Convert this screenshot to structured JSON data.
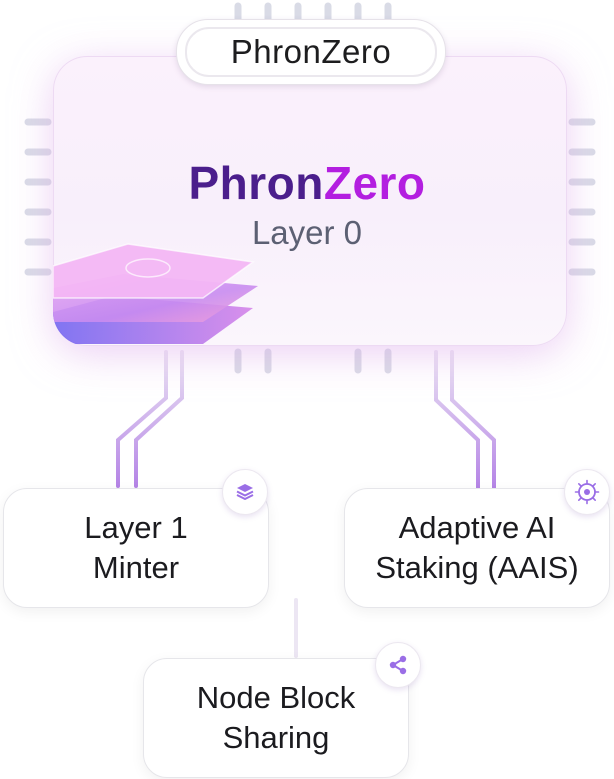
{
  "chip": {
    "brand_label": "PhronZero",
    "title_part1": "Phron",
    "title_part2": "Zero",
    "subtitle": "Layer 0"
  },
  "nodes": {
    "layer1_line1": "Layer 1",
    "layer1_line2": "Minter",
    "aais_line1": "Adaptive AI",
    "aais_line2": "Staking (AAIS)",
    "nbs_line1": "Node Block",
    "nbs_line2": "Sharing"
  },
  "icons": {
    "layer1": "layers-icon",
    "aais": "ai-chip-icon",
    "nbs": "share-icon"
  },
  "colors": {
    "title_dark": "#4b1e8c",
    "title_accent": "#b31ee0",
    "wire_purple": "#a86ae0",
    "pin": "#d9dbe6"
  }
}
